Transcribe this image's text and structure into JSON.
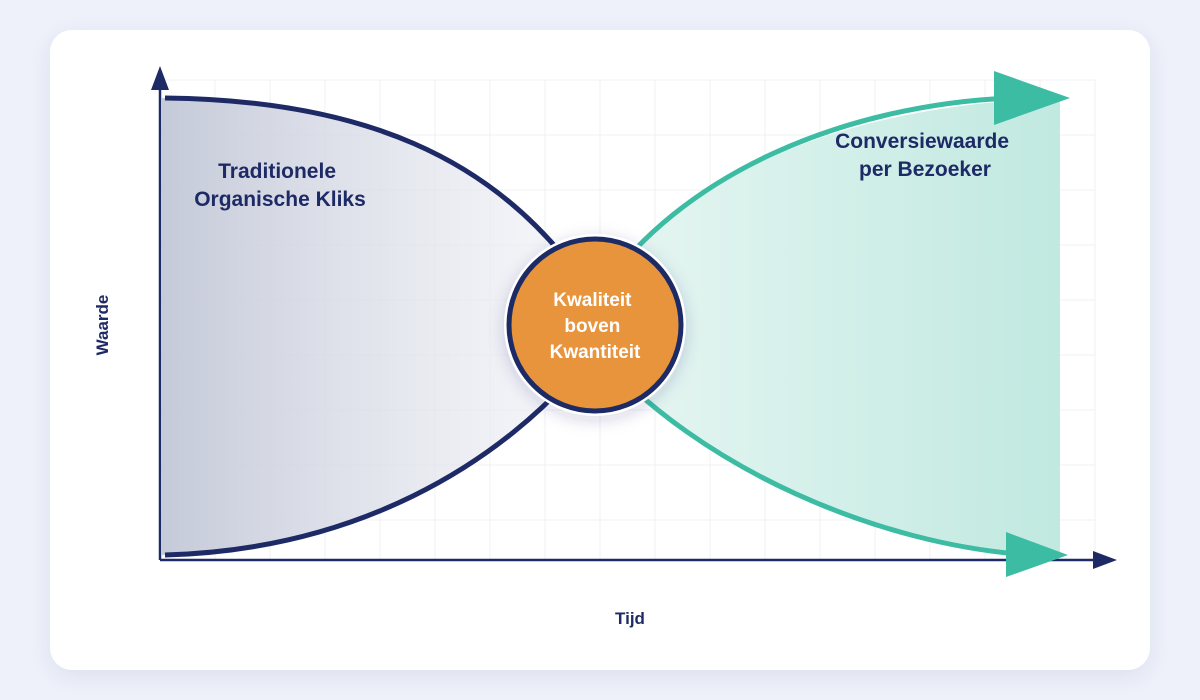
{
  "diagram": {
    "left_label": [
      "Traditionele",
      "Organische Kliks"
    ],
    "right_label": [
      "Conversiewaarde",
      "per Bezoeker"
    ],
    "center_label": [
      "Kwaliteit",
      "boven",
      "Kwantiteit"
    ],
    "x_axis_label": "Tijd",
    "y_axis_label": "Waarde"
  },
  "colors": {
    "navy": "#1e2a66",
    "teal": "#3dbca4",
    "orange": "#e8943c"
  }
}
